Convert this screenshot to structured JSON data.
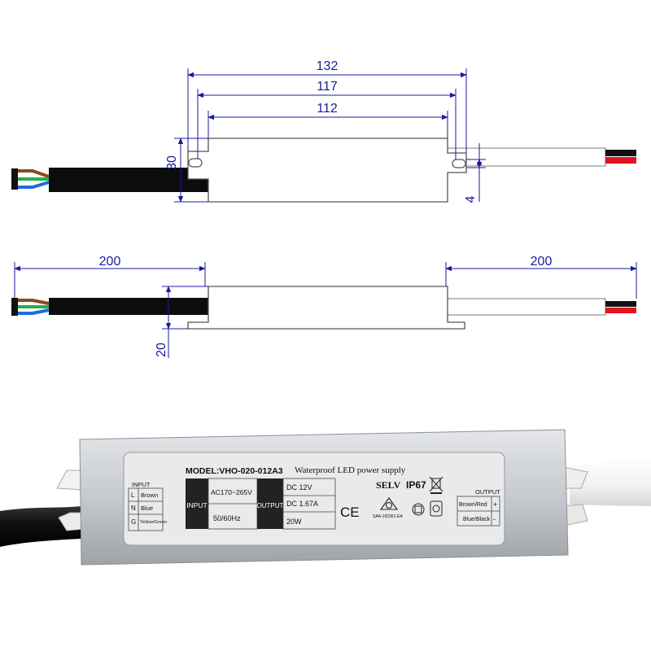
{
  "top_view": {
    "dimensions": [
      "132",
      "117",
      "112",
      "30",
      "4"
    ]
  },
  "side_view": {
    "dimensions": [
      "200",
      "200",
      "20"
    ]
  },
  "label": {
    "model": "MODEL:VHO-020-012A3",
    "description": "Waterproof LED power supply",
    "input_title": "INPUT",
    "input_rows": [
      {
        "code": "L",
        "name": "Brown"
      },
      {
        "code": "N",
        "name": "Blue"
      },
      {
        "code": "G",
        "name": "Yellow/Green"
      }
    ],
    "input_block": "INPUT",
    "input_voltage": "AC170~265V",
    "input_freq": "50/60Hz",
    "output_block": "OUTPUT",
    "output_voltage": "DC 12V",
    "output_current": "DC 1.67A",
    "output_power": "20W",
    "selv": "SELV",
    "ip_rating": "IP67",
    "ce_mark": "CE",
    "saa_code": "SAA-192361-EA",
    "output_title": "OUTPUT",
    "output_rows": [
      "Brown/Red",
      "Blue/Black"
    ],
    "output_signs": [
      "+",
      "-"
    ]
  },
  "colors": {
    "dimension_line": "#1a1aa0",
    "housing_outline": "#555555",
    "cable_black": "#0c0c0c",
    "wire_red": "#e0141e",
    "wire_brown": "#8a4a1e",
    "wire_green": "#22b24c",
    "wire_blue": "#1e6be0",
    "housing_metal": "#c9ccd0"
  }
}
